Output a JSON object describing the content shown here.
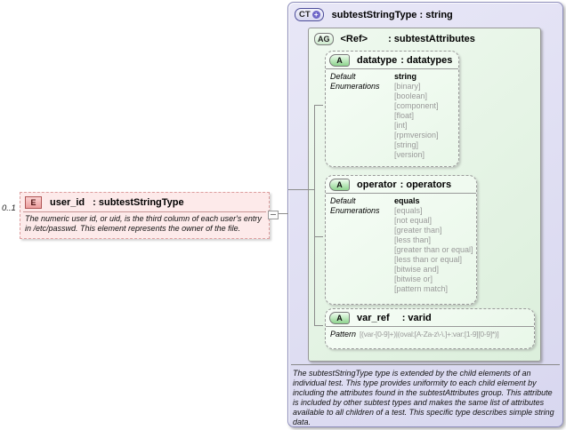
{
  "colors": {
    "element_fill": "#fdeaea",
    "element_border": "#dc9e9e",
    "complex_type_fill": "#dcdcf2",
    "complex_type_border": "#8d8dbb",
    "group_fill": "#e4f3e4",
    "attribute_fill": "#f0faf0",
    "box_border_gray": "#999999",
    "enum_text_gray": "#999999",
    "connector_gray": "#8c8c8c"
  },
  "element": {
    "cardinality": "0..1",
    "badge": "E",
    "name": "user_id",
    "type": ": subtestStringType",
    "annotation": "The numeric user id, or uid, is the third column of each user's entry in /etc/passwd.  This element represents the owner of the file."
  },
  "complex_type": {
    "badge": "CT",
    "expand_icon": "+",
    "title": "subtestStringType : string",
    "annotation": "The subtestStringType type is extended by the child elements of an individual test.  This type provides uniformity to each child element by including the attributes found in the subtestAttributes group.  This attribute is included by other subtest types and makes the same list of attributes available to all children of a test.  This specific type describes simple string data."
  },
  "attribute_group": {
    "badge": "AG",
    "name": "<Ref>",
    "type": ": subtestAttributes"
  },
  "attributes": {
    "datatype": {
      "badge": "A",
      "name": "datatype",
      "type": ": datatypes",
      "default_label": "Default",
      "enumerations_label": "Enumerations",
      "default_value": "string",
      "enumerations": [
        "[binary]",
        "[boolean]",
        "[component]",
        "[float]",
        "[int]",
        "[rpmversion]",
        "[string]",
        "[version]"
      ]
    },
    "operator": {
      "badge": "A",
      "name": "operator",
      "type": ": operators",
      "default_label": "Default",
      "enumerations_label": "Enumerations",
      "default_value": "equals",
      "enumerations": [
        "[equals]",
        "[not equal]",
        "[greater than]",
        "[less than]",
        "[greater than or equal]",
        "[less than or equal]",
        "[bitwise and]",
        "[bitwise or]",
        "[pattern match]"
      ]
    },
    "var_ref": {
      "badge": "A",
      "name": "var_ref",
      "type": ": varid",
      "pattern_label": "Pattern",
      "pattern_value": "[(var-[0-9]+)|(oval:[A-Za-z\\-\\.]+:var:[1-9][0-9]*)]"
    }
  }
}
